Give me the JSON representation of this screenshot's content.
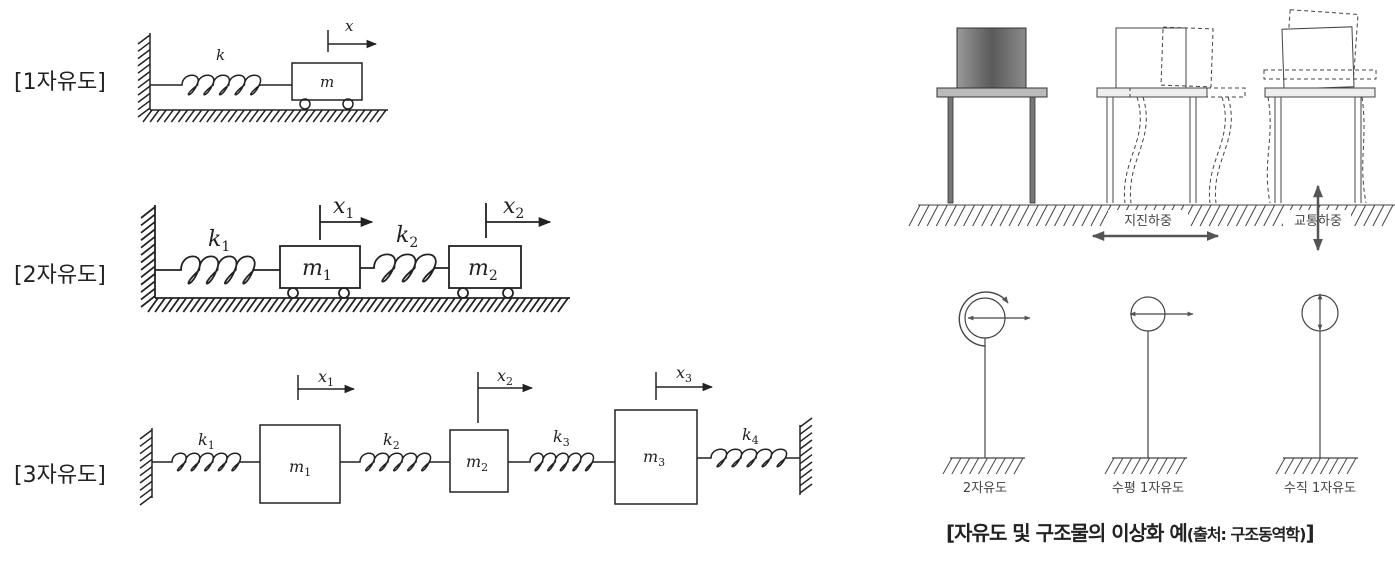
{
  "labels": {
    "dof1": "[1자유도]",
    "dof2": "[2자유도]",
    "dof3": "[3자유도]"
  },
  "diagram1": {
    "spring": "k",
    "mass": "m",
    "disp": "x"
  },
  "diagram2": {
    "springs": [
      "k",
      "k"
    ],
    "spring_subs": [
      "1",
      "2"
    ],
    "masses": [
      "m",
      "m"
    ],
    "mass_subs": [
      "1",
      "2"
    ],
    "disps": [
      "x",
      "x"
    ],
    "disp_subs": [
      "1",
      "2"
    ]
  },
  "diagram3": {
    "springs": [
      "k",
      "k",
      "k",
      "k"
    ],
    "spring_subs": [
      "1",
      "2",
      "3",
      "4"
    ],
    "masses": [
      "m",
      "m",
      "m"
    ],
    "mass_subs": [
      "1",
      "2",
      "3"
    ],
    "disps": [
      "x",
      "x",
      "x"
    ],
    "disp_subs": [
      "1",
      "2",
      "3"
    ]
  },
  "structures": {
    "load_labels": [
      "지진하중",
      "교통하중"
    ],
    "models": [
      "2자유도",
      "수평 1자유도",
      "수직 1자유도"
    ],
    "caption_main": "[자유도 및 구조물의 이상화 예",
    "caption_source": "(출처: 구조동역학)",
    "caption_end": "]"
  },
  "colors": {
    "ink": "#222222",
    "grey": "#555555",
    "block": "#777777"
  }
}
